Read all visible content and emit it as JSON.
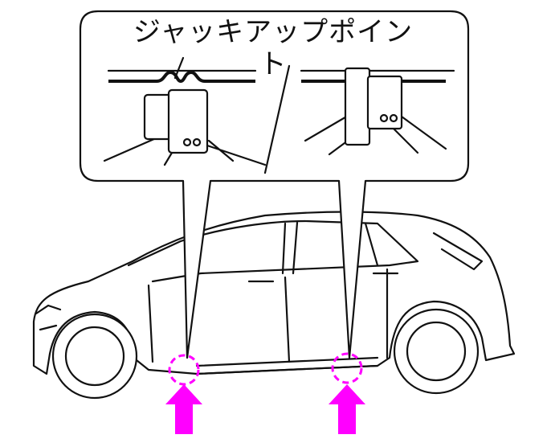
{
  "callout": {
    "title": "ジャッキアップポイント"
  },
  "colors": {
    "highlight": "#ff00ff",
    "line": "#111111"
  },
  "jack_points": [
    "front",
    "rear"
  ]
}
